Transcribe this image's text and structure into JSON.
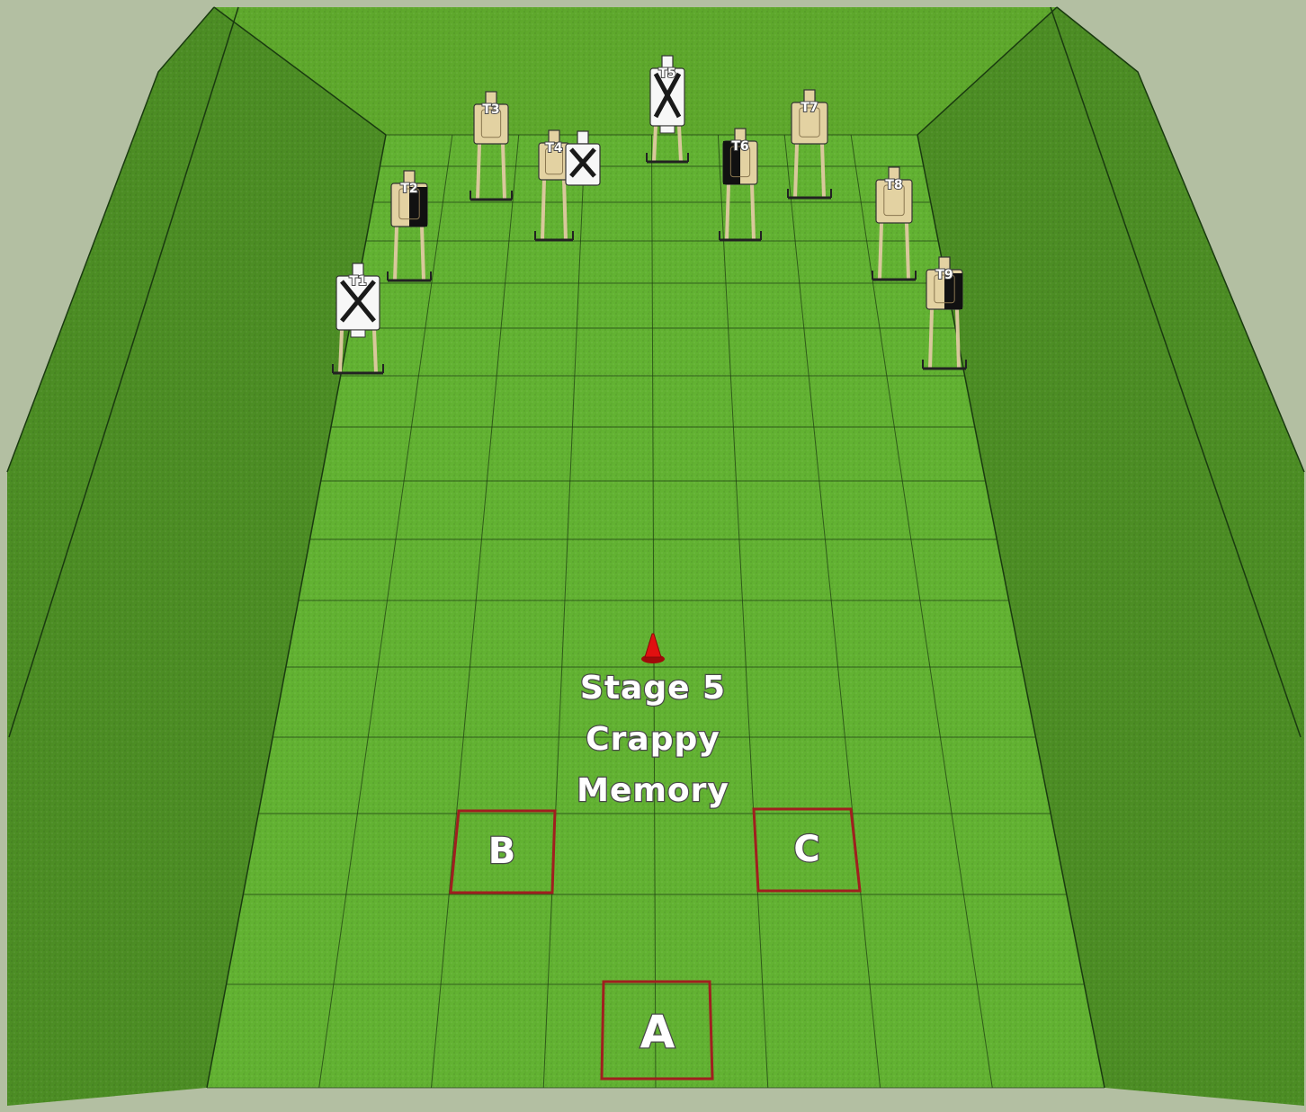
{
  "title_lines": [
    "Stage 5",
    "Crappy",
    "Memory"
  ],
  "colors": {
    "sky": "#b3bfa2",
    "berm_side": "#4c8d24",
    "berm_back": "#5ea82c",
    "floor": "#62b232",
    "grid_line": "#1f3f12",
    "box_border": "#a01f1f",
    "cone": "#e01010",
    "target_tan": "#e3d2a2",
    "target_white": "#f7f7f7",
    "target_black": "#111111",
    "label_fill": "#ffffff",
    "label_stroke": "#4a4a4a"
  },
  "shooting_positions": [
    {
      "id": "A",
      "label": "A"
    },
    {
      "id": "B",
      "label": "B"
    },
    {
      "id": "C",
      "label": "C"
    }
  ],
  "targets": [
    {
      "id": "T1",
      "label": "T1",
      "type": "no-shoot",
      "black_side": null
    },
    {
      "id": "T2",
      "label": "T2",
      "type": "shoot",
      "black_side": "right"
    },
    {
      "id": "T3",
      "label": "T3",
      "type": "shoot",
      "black_side": null
    },
    {
      "id": "T4",
      "label": "T4",
      "type": "shoot",
      "black_side": null
    },
    {
      "id": "NS4",
      "label": "",
      "type": "no-shoot",
      "black_side": null
    },
    {
      "id": "T5",
      "label": "T5",
      "type": "no-shoot",
      "black_side": null
    },
    {
      "id": "T6",
      "label": "T6",
      "type": "shoot",
      "black_side": "left"
    },
    {
      "id": "T7",
      "label": "T7",
      "type": "shoot",
      "black_side": null
    },
    {
      "id": "T8",
      "label": "T8",
      "type": "shoot",
      "black_side": null
    },
    {
      "id": "T9",
      "label": "T9",
      "type": "shoot",
      "black_side": "right"
    }
  ],
  "markers": [
    {
      "id": "cone",
      "icon": "cone-icon"
    }
  ]
}
